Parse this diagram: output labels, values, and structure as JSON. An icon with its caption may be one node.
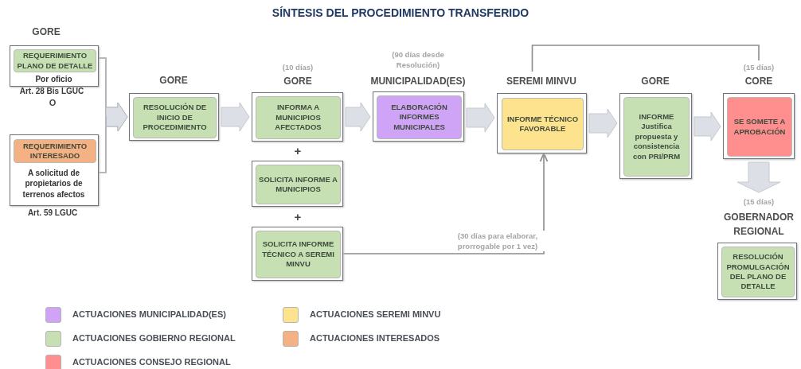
{
  "diagram": {
    "title": "SÍNTESIS DEL PROCEDIMIENTO TRANSFERIDO",
    "nodes": [
      {
        "text": [
          "Por oficio"
        ],
        "beside": [
          "GORE",
          "Art. 28 Bis LGUC"
        ]
      },
      {
        "text": [
          "REQUERIMIENTO PLANO DE DETALLE"
        ],
        "in": 0
      },
      {
        "text": [
          "A solicitud de propietarios de terrenos afectos"
        ],
        "beside": [
          "Art. 59 LGUC"
        ]
      },
      {
        "text": [
          "REQUERIMIENTO INTERESADO"
        ],
        "in": 2
      },
      {
        "text": [],
        "shape": "box",
        "beside": [
          "GORE"
        ]
      },
      {
        "text": [
          "RESOLUCIÓN DE INICIO DE PROCEDIMIENTO"
        ],
        "in": 4
      },
      {
        "text": [],
        "shape": "box",
        "beside": [
          "(10 días)",
          "GORE"
        ]
      },
      {
        "text": [
          "INFORMA A MUNICIPIOS AFECTADOS"
        ],
        "in": 6
      },
      {
        "text": [],
        "shape": "box"
      },
      {
        "text": [
          "SOLICITA INFORME A MUNICIPIOS"
        ],
        "in": 8
      },
      {
        "text": [],
        "shape": "box"
      },
      {
        "text": [
          "SOLICITA INFORME TÉCNICO A SEREMI MINVU"
        ],
        "in": 10
      },
      {
        "text": [],
        "shape": "box",
        "beside": [
          "(90 días desde Resolución)",
          "MUNICIPALIDAD(ES)"
        ]
      },
      {
        "text": [
          "ELABORACIÓN INFORMES MUNICIPALES"
        ],
        "in": 12
      },
      {
        "text": [],
        "shape": "box",
        "beside": [
          "SEREMI MINVU"
        ]
      },
      {
        "text": [
          "INFORME TÉCNICO FAVORABLE"
        ],
        "in": 14
      },
      {
        "text": [],
        "shape": "box",
        "beside": [
          "GORE"
        ]
      },
      {
        "text": [
          "INFORME Justifica propuesta y consistencia con PRI/PRM"
        ],
        "in": 16
      },
      {
        "text": [],
        "shape": "box",
        "beside": [
          "(15 días)",
          "CORE"
        ]
      },
      {
        "text": [
          "SE SOMETE A APROBACIÓN"
        ],
        "in": 18
      },
      {
        "text": [],
        "shape": "box",
        "beside": [
          "(15 días)",
          "GOBERNADOR REGIONAL"
        ]
      },
      {
        "text": [
          "RESOLUCIÓN PROMULGACIÓN DEL PLANO DE DETALLE"
        ],
        "in": 20
      }
    ],
    "edges": [
      {
        "from": 0,
        "to": 4,
        "arrow": "to",
        "style": "thick"
      },
      {
        "from": 2,
        "to": 4,
        "arrow": "to",
        "style": "thick"
      },
      {
        "from": 4,
        "to": 6,
        "arrow": "to",
        "style": "thick"
      },
      {
        "from": 6,
        "to": 12,
        "arrow": "to",
        "style": "thick"
      },
      {
        "from": 12,
        "to": 14,
        "arrow": "to",
        "style": "thick"
      },
      {
        "from": 14,
        "to": 16,
        "arrow": "to",
        "style": "thick"
      },
      {
        "from": 16,
        "to": 18,
        "arrow": "to",
        "style": "thick"
      },
      {
        "from": 18,
        "to": 20,
        "arrow": "to",
        "style": "thick"
      },
      {
        "from": 10,
        "to": 14,
        "arrow": "to",
        "label": "(30 días para elaborar, prorrogable por 1 vez)",
        "color": "#8c8c8c"
      },
      {
        "from": 14,
        "to": 18,
        "arrow": "none",
        "color": "#8c8c8c"
      }
    ],
    "labels": [
      "O",
      "+",
      "+"
    ],
    "legend": [
      {
        "text": "ACTUACIONES MUNICIPALIDAD(ES)",
        "color": "#cfa3f5"
      },
      {
        "text": "ACTUACIONES SEREMI MINVU",
        "color": "#fde38e"
      },
      {
        "text": "ACTUACIONES GOBIERNO REGIONAL",
        "color": "#c6e0b4"
      },
      {
        "text": "ACTUACIONES INTERESADOS",
        "color": "#f4b183"
      },
      {
        "text": "ACTUACIONES CONSEJO REGIONAL",
        "color": "#ff8f8f"
      }
    ]
  }
}
